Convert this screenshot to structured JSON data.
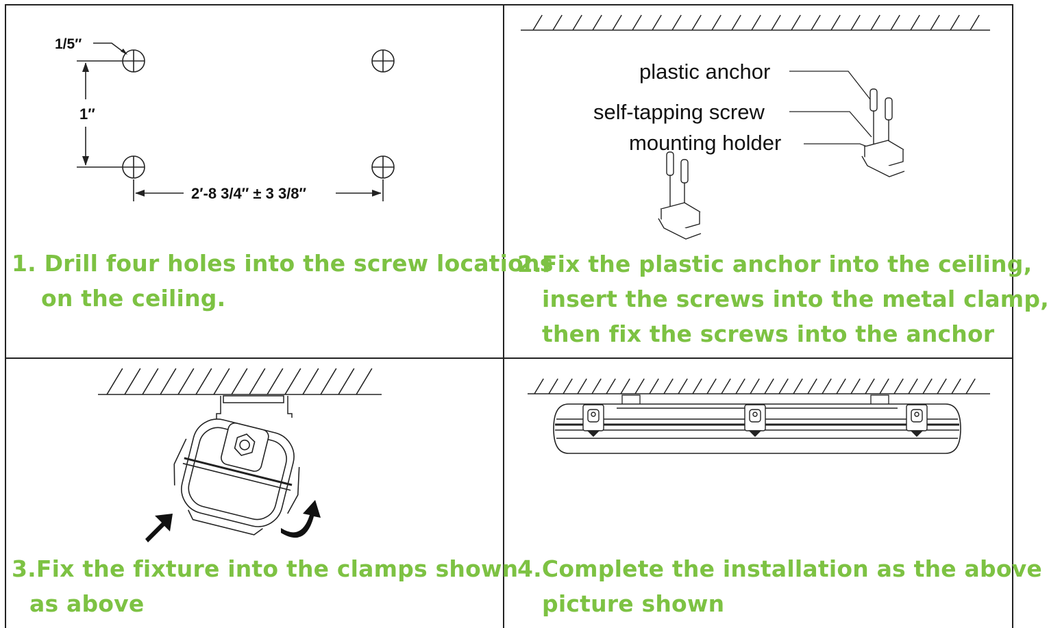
{
  "steps": [
    {
      "line1": "1. Drill four holes into the screw locations",
      "line2": "on the ceiling.",
      "line3": ""
    },
    {
      "line1": "2.Fix the plastic anchor into the ceiling,",
      "line2": "insert the screws into the metal clamp,",
      "line3": "then fix the screws into the anchor"
    },
    {
      "line1": "3.Fix the fixture into the clamps shown",
      "line2": "as above",
      "line3": ""
    },
    {
      "line1": "4.Complete the installation as the above",
      "line2": "picture shown",
      "line3": ""
    }
  ],
  "dimensions": {
    "hole_diameter": "1/5″",
    "vertical_spacing": "1″",
    "horizontal_spacing": "2′-8 3/4″ ± 3 3/8″"
  },
  "parts": {
    "plastic_anchor": "plastic anchor",
    "self_tapping_screw": "self-tapping screw",
    "mounting_holder": "mounting holder"
  },
  "colors": {
    "caption": "#7dc243",
    "line": "#222222"
  }
}
